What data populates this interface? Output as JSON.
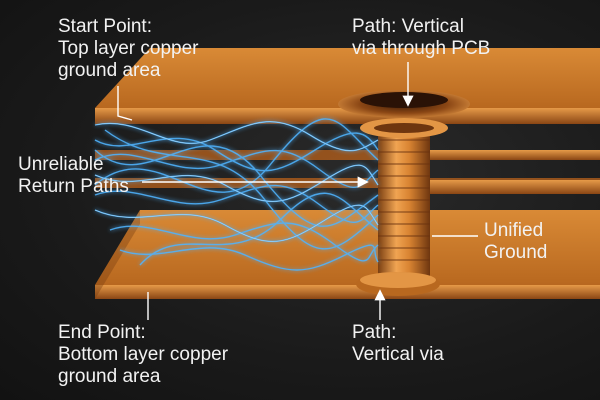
{
  "labels": {
    "start": {
      "line1": "Start Point:",
      "line2": "Top layer copper",
      "line3": "ground area"
    },
    "via_top": {
      "line1": "Path: Vertical",
      "line2": "via through PCB"
    },
    "unreliable": {
      "line1": "Unreliable",
      "line2": "Return Paths"
    },
    "unified": {
      "line1": "Unified",
      "line2": "Ground"
    },
    "end": {
      "line1": "End Point:",
      "line2": "Bottom layer copper",
      "line3": "ground area"
    },
    "via_bottom": {
      "line1": "Path:",
      "line2": "Vertical via"
    }
  },
  "colors": {
    "background": "#1b1b1b",
    "copper": "#c97a2c",
    "copper_dark": "#7a3f12",
    "copper_light": "#f0a452",
    "current_glow": "#3aa8ff",
    "label_text": "#f2f2f2",
    "leader_line": "#ffffff"
  },
  "icons": [
    "signal-wave-icon",
    "arrow-icon"
  ]
}
